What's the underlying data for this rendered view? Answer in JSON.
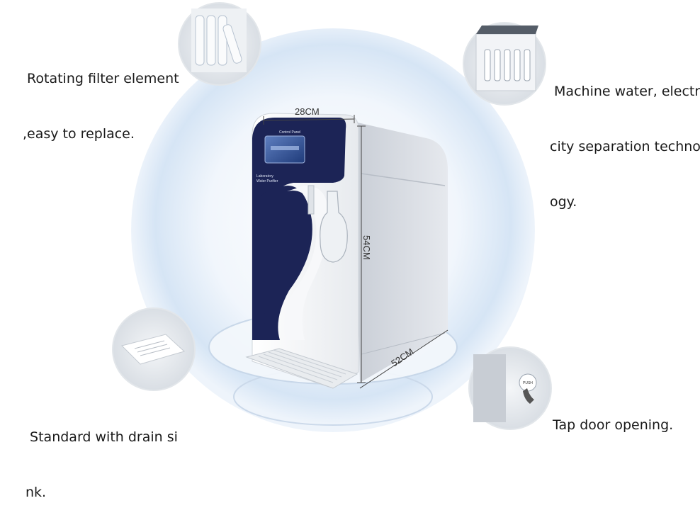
{
  "callouts": {
    "filter": {
      "line1": " Rotating filter element",
      "line2": ",easy to replace."
    },
    "separation": {
      "line1": " Machine water, electr",
      "line2": "city separation techno",
      "line3": "ogy."
    },
    "drain": {
      "line1": " Standard with drain si",
      "line2": "nk."
    },
    "door": {
      "line1": "Tap door opening."
    }
  },
  "dimensions": {
    "width": "28CM",
    "height": "54CM",
    "depth": "52CM"
  },
  "device": {
    "panel_title": "Control Panel",
    "panel_sub1": "Laboratory",
    "panel_sub2": "Water Purifier",
    "tap_button": "PUSH"
  },
  "colors": {
    "panel_navy": "#1c2456",
    "body_white": "#f1f3f6",
    "glow_blue": "#cfe0f4"
  }
}
